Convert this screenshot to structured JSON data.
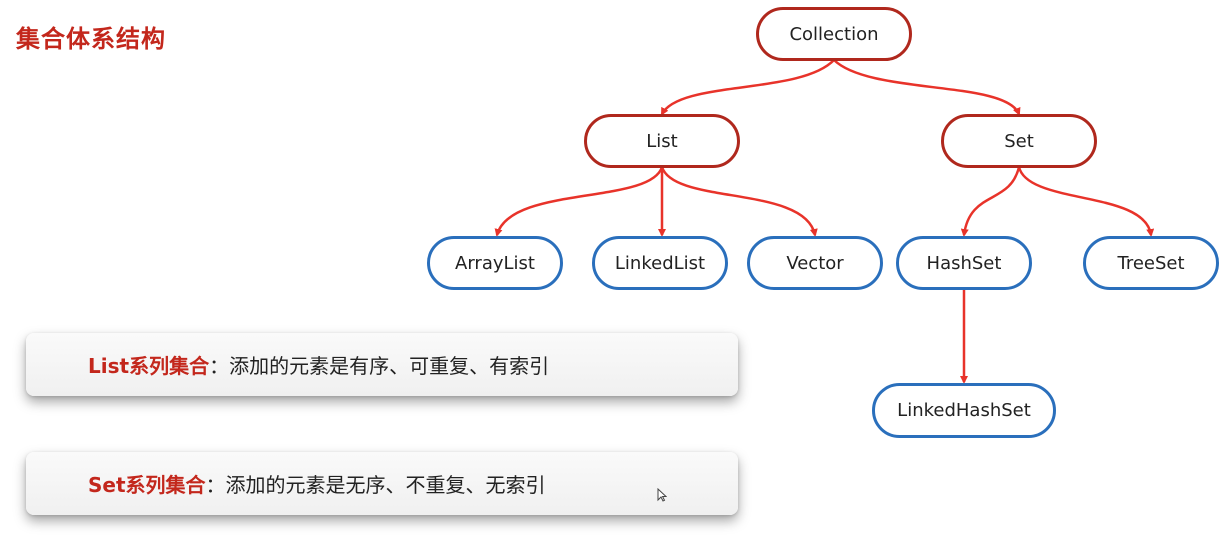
{
  "title": "集合体系结构",
  "colors": {
    "accent": "#c3271c",
    "interface_border": "#b0281d",
    "class_border": "#2a6fbc",
    "arrow": "#e8332a"
  },
  "nodes": {
    "collection": "Collection",
    "list": "List",
    "set": "Set",
    "arraylist": "ArrayList",
    "linkedlist": "LinkedList",
    "vector": "Vector",
    "hashset": "HashSet",
    "treeset": "TreeSet",
    "linkedhashset": "LinkedHashSet"
  },
  "list_note": {
    "label": "List系列集合",
    "text": "：添加的元素是有序、可重复、有索引"
  },
  "set_note": {
    "label": "Set系列集合",
    "text": "：添加的元素是无序、不重复、无索引"
  }
}
